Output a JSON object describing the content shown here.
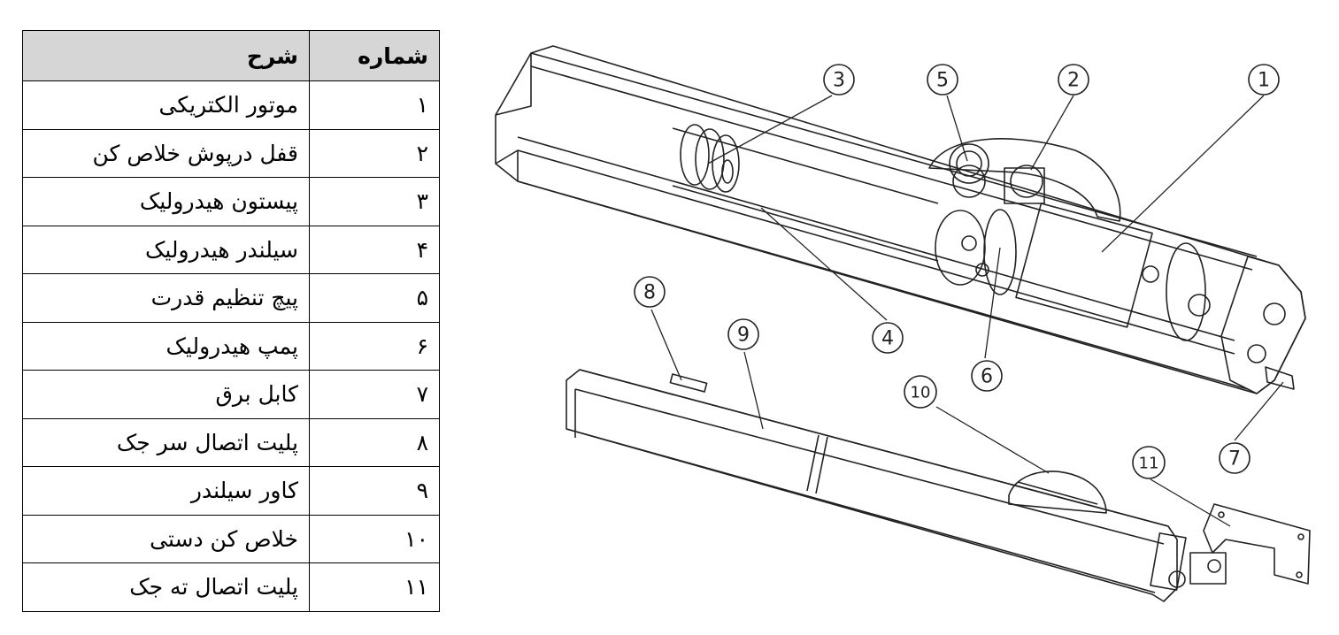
{
  "table": {
    "header": {
      "number": "شماره",
      "description": "شرح"
    },
    "rows": [
      {
        "number": "۱",
        "description": "موتور الکتریکی"
      },
      {
        "number": "۲",
        "description": "قفل درپوش خلاص کن"
      },
      {
        "number": "۳",
        "description": "پیستون هیدرولیک"
      },
      {
        "number": "۴",
        "description": "سیلندر هیدرولیک"
      },
      {
        "number": "۵",
        "description": "پیچ تنظیم قدرت"
      },
      {
        "number": "۶",
        "description": "پمپ هیدرولیک"
      },
      {
        "number": "۷",
        "description": "کابل برق"
      },
      {
        "number": "۸",
        "description": "پلیت اتصال سر جک"
      },
      {
        "number": "۹",
        "description": "کاور سیلندر"
      },
      {
        "number": "۱۰",
        "description": "خلاص کن دستی"
      },
      {
        "number": "۱۱",
        "description": "پلیت اتصال ته جک"
      }
    ]
  },
  "callouts": {
    "c1": "1",
    "c2": "2",
    "c3": "3",
    "c4": "4",
    "c5": "5",
    "c6": "6",
    "c7": "7",
    "c8": "8",
    "c9": "9",
    "c10": "10",
    "c11": "11"
  }
}
